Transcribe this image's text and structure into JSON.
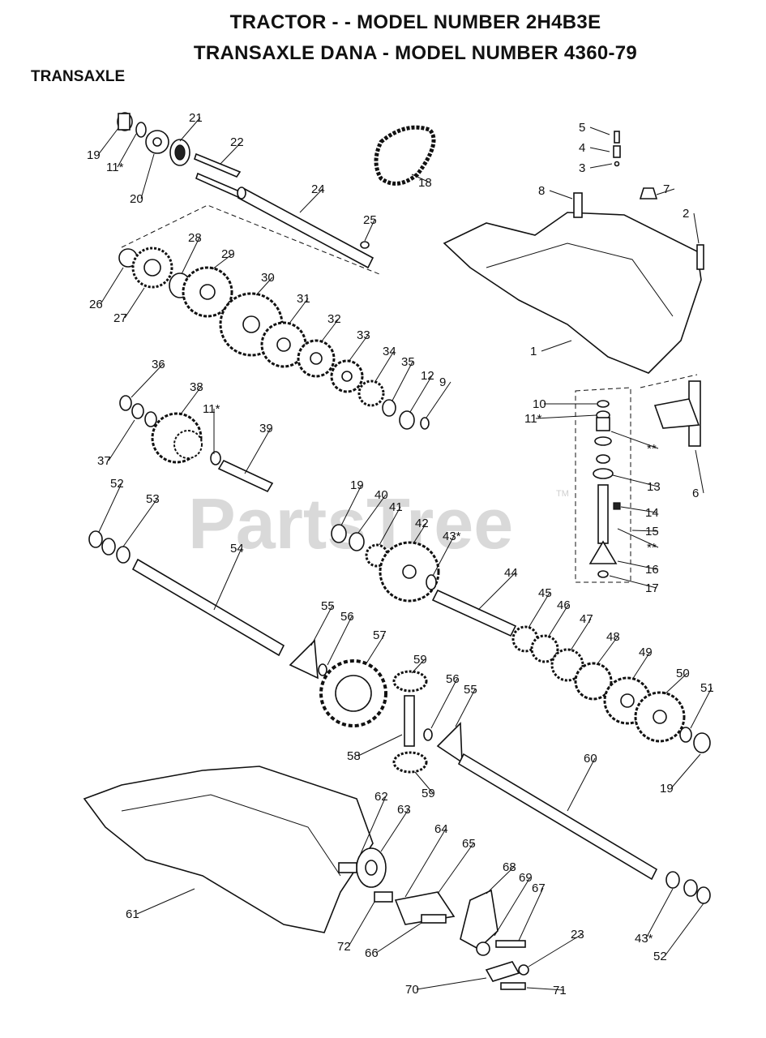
{
  "header": {
    "line1": "TRACTOR - - MODEL NUMBER 2H4B3E",
    "line2": "TRANSAXLE DANA - MODEL NUMBER 4360-79",
    "section": "TRANSAXLE"
  },
  "watermark": {
    "text": "PartsTree",
    "trademark": "TM"
  },
  "colors": {
    "ink": "#111111",
    "watermark": "#d9d9d9",
    "background": "#ffffff"
  },
  "callouts": [
    {
      "id": "c1",
      "label": "1"
    },
    {
      "id": "c2",
      "label": "2"
    },
    {
      "id": "c3",
      "label": "3"
    },
    {
      "id": "c4",
      "label": "4"
    },
    {
      "id": "c5",
      "label": "5"
    },
    {
      "id": "c6",
      "label": "6"
    },
    {
      "id": "c7",
      "label": "7"
    },
    {
      "id": "c8",
      "label": "8"
    },
    {
      "id": "c9",
      "label": "9"
    },
    {
      "id": "c10",
      "label": "10"
    },
    {
      "id": "c11a",
      "label": "11*"
    },
    {
      "id": "c11b",
      "label": "11*"
    },
    {
      "id": "c11c",
      "label": "11*"
    },
    {
      "id": "c12",
      "label": "12"
    },
    {
      "id": "c13",
      "label": "13"
    },
    {
      "id": "c14",
      "label": "14"
    },
    {
      "id": "c15",
      "label": "15"
    },
    {
      "id": "c16",
      "label": "16"
    },
    {
      "id": "c17",
      "label": "17"
    },
    {
      "id": "c18",
      "label": "18"
    },
    {
      "id": "c19a",
      "label": "19"
    },
    {
      "id": "c19b",
      "label": "19"
    },
    {
      "id": "c19c",
      "label": "19"
    },
    {
      "id": "c20",
      "label": "20"
    },
    {
      "id": "c21",
      "label": "21"
    },
    {
      "id": "c22",
      "label": "22"
    },
    {
      "id": "c23",
      "label": "23"
    },
    {
      "id": "c24",
      "label": "24"
    },
    {
      "id": "c25",
      "label": "25"
    },
    {
      "id": "c26",
      "label": "26"
    },
    {
      "id": "c27",
      "label": "27"
    },
    {
      "id": "c28",
      "label": "28"
    },
    {
      "id": "c29",
      "label": "29"
    },
    {
      "id": "c30",
      "label": "30"
    },
    {
      "id": "c31",
      "label": "31"
    },
    {
      "id": "c32",
      "label": "32"
    },
    {
      "id": "c33",
      "label": "33"
    },
    {
      "id": "c34",
      "label": "34"
    },
    {
      "id": "c35",
      "label": "35"
    },
    {
      "id": "c36",
      "label": "36"
    },
    {
      "id": "c37",
      "label": "37"
    },
    {
      "id": "c38",
      "label": "38"
    },
    {
      "id": "c39",
      "label": "39"
    },
    {
      "id": "c40",
      "label": "40"
    },
    {
      "id": "c41",
      "label": "41"
    },
    {
      "id": "c42",
      "label": "42"
    },
    {
      "id": "c43a",
      "label": "43*"
    },
    {
      "id": "c43b",
      "label": "43*"
    },
    {
      "id": "c44",
      "label": "44"
    },
    {
      "id": "c45",
      "label": "45"
    },
    {
      "id": "c46",
      "label": "46"
    },
    {
      "id": "c47",
      "label": "47"
    },
    {
      "id": "c48",
      "label": "48"
    },
    {
      "id": "c49",
      "label": "49"
    },
    {
      "id": "c50",
      "label": "50"
    },
    {
      "id": "c51",
      "label": "51"
    },
    {
      "id": "c52a",
      "label": "52"
    },
    {
      "id": "c52b",
      "label": "52"
    },
    {
      "id": "c53",
      "label": "53"
    },
    {
      "id": "c54",
      "label": "54"
    },
    {
      "id": "c55a",
      "label": "55"
    },
    {
      "id": "c55b",
      "label": "55"
    },
    {
      "id": "c56a",
      "label": "56"
    },
    {
      "id": "c56b",
      "label": "56"
    },
    {
      "id": "c57",
      "label": "57"
    },
    {
      "id": "c58",
      "label": "58"
    },
    {
      "id": "c59a",
      "label": "59"
    },
    {
      "id": "c59b",
      "label": "59"
    },
    {
      "id": "c60",
      "label": "60"
    },
    {
      "id": "c61",
      "label": "61"
    },
    {
      "id": "c62",
      "label": "62"
    },
    {
      "id": "c63",
      "label": "63"
    },
    {
      "id": "c64",
      "label": "64"
    },
    {
      "id": "c65",
      "label": "65"
    },
    {
      "id": "c66",
      "label": "66"
    },
    {
      "id": "c67",
      "label": "67"
    },
    {
      "id": "c68",
      "label": "68"
    },
    {
      "id": "c69",
      "label": "69"
    },
    {
      "id": "c70",
      "label": "70"
    },
    {
      "id": "c71",
      "label": "71"
    },
    {
      "id": "c72",
      "label": "72"
    },
    {
      "id": "cstar1",
      "label": "**"
    },
    {
      "id": "cstar2",
      "label": "**"
    }
  ]
}
